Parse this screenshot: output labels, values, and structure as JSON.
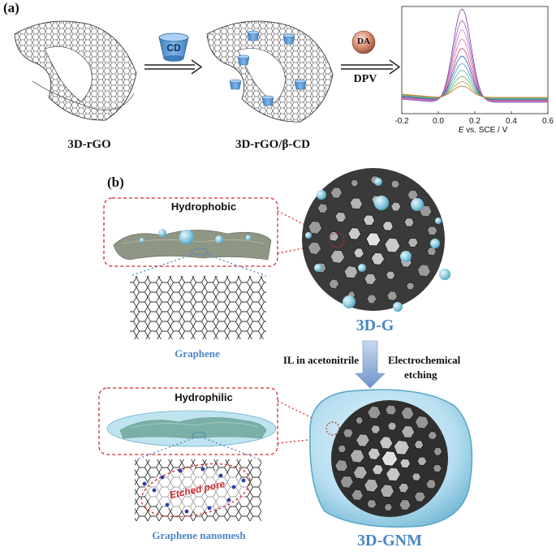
{
  "panel_a": {
    "letter": "(a)",
    "label_3d_rgo": "3D-rGO",
    "label_3d_rgo_cd": "3D-rGO/β-CD",
    "cd_badge": "CD",
    "da_badge": "DA",
    "dpv_label": "DPV",
    "plot": {
      "x_ticks": [
        "-0.2",
        "0.0",
        "0.2",
        "0.4",
        "0.6"
      ],
      "x_label_italic": "E",
      "x_label_rest": " vs. SCE / V"
    }
  },
  "panel_b": {
    "letter": "(b)",
    "hydrophobic": "Hydrophobic",
    "hydrophilic": "Hydrophilic",
    "graphene": "Graphene",
    "graphene_nanomesh": "Graphene nanomesh",
    "etched_pore": "Etched pore",
    "label_3dg": "3D-G",
    "label_3dgnm": "3D-GNM",
    "step_left": "IL in acetonitrile",
    "step_right_1": "Electrochemical",
    "step_right_2": "etching"
  },
  "colors": {
    "blue_label": "#4a86c4",
    "red_dash": "#d22b2b",
    "cd_blue": "#5b9bd5",
    "dark_network": "#2b2b2b"
  }
}
